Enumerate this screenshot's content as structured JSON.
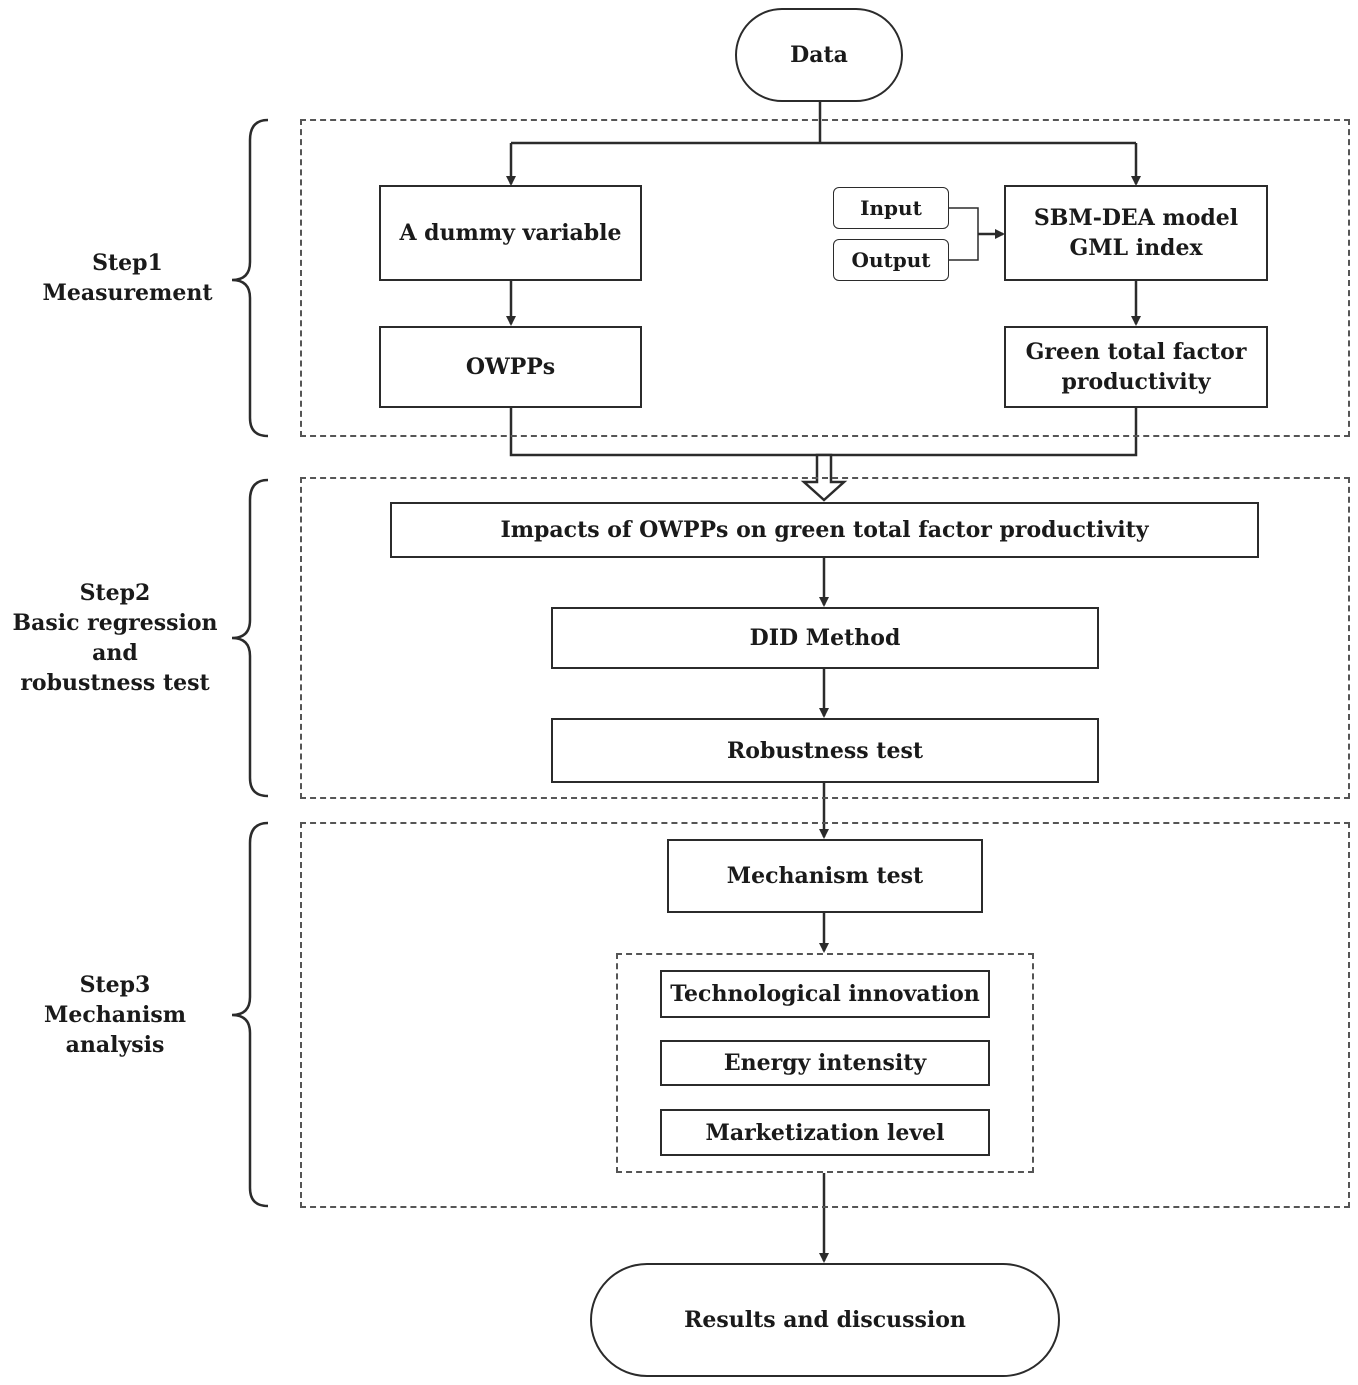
{
  "nodes": {
    "data": "Data",
    "dummy": "A dummy variable",
    "owpps": "OWPPs",
    "input": "Input",
    "output": "Output",
    "sbm_line1": "SBM-DEA model",
    "sbm_line2": "GML index",
    "gtfp_line1": "Green total factor",
    "gtfp_line2": "productivity",
    "impacts": "Impacts of OWPPs on green total factor productivity",
    "did": "DID Method",
    "robust": "Robustness test",
    "mechanism": "Mechanism test",
    "tech": "Technological innovation",
    "energy": "Energy intensity",
    "market": "Marketization level",
    "results": "Results and discussion"
  },
  "steps": {
    "step1": [
      "Step1",
      "Measurement"
    ],
    "step2": [
      "Step2",
      "Basic regression",
      "and",
      "robustness test"
    ],
    "step3": [
      "Step3",
      "Mechanism analysis"
    ]
  }
}
